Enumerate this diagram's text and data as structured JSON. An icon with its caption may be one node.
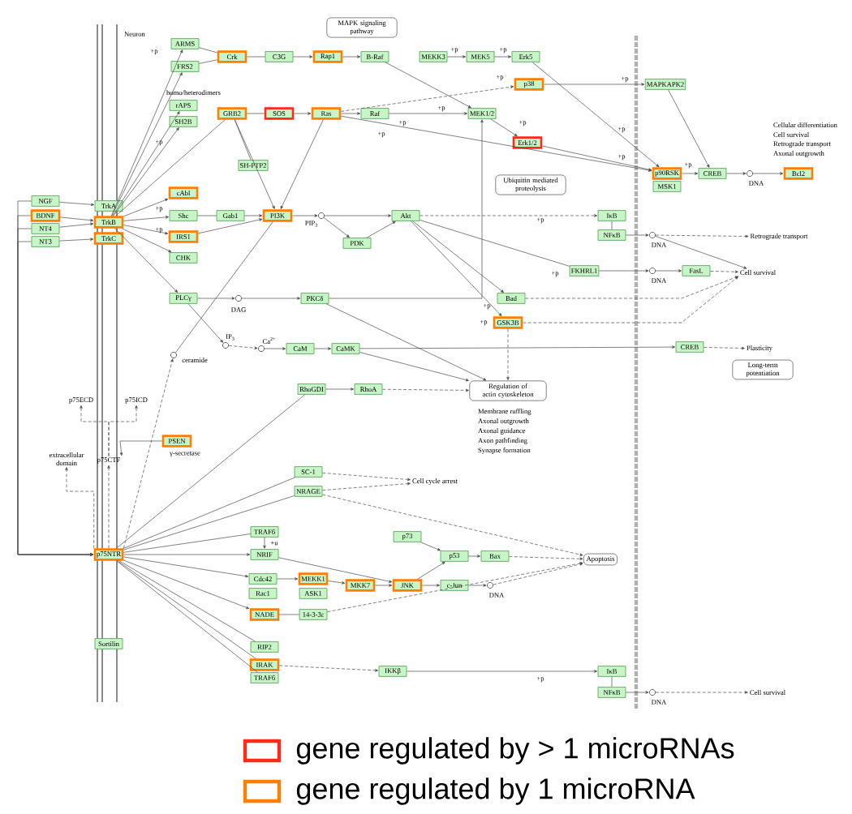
{
  "diagram": {
    "nodes": [
      {
        "text": [
          "MAPK signaling pathway"
        ]
      },
      {
        "text": [
          "ARMS"
        ]
      },
      {
        "text": [
          "FRS2"
        ]
      },
      {
        "text": [
          "Crk"
        ]
      },
      {
        "text": [
          "C3G"
        ]
      },
      {
        "text": [
          "Rap1"
        ]
      },
      {
        "text": [
          "B-Raf"
        ]
      },
      {
        "text": [
          "MEKK3"
        ]
      },
      {
        "text": [
          "MEK5"
        ]
      },
      {
        "text": [
          "Erk5"
        ]
      },
      {
        "text": [
          "p38"
        ]
      },
      {
        "text": [
          "MAPKAPK2"
        ]
      },
      {
        "text": [
          "rAPS"
        ]
      },
      {
        "text": [
          "SH2B"
        ]
      },
      {
        "text": [
          "GRB2"
        ]
      },
      {
        "text": [
          "SOS"
        ]
      },
      {
        "text": [
          "Ras"
        ]
      },
      {
        "text": [
          "Raf"
        ]
      },
      {
        "text": [
          "MEK1/2"
        ]
      },
      {
        "text": [
          "Erk1/2"
        ]
      },
      {
        "text": [
          "p90RSK"
        ]
      },
      {
        "text": [
          "MSK1"
        ]
      },
      {
        "text": [
          "CREB"
        ]
      },
      {
        "text": [],
        "shape": "circle",
        "beside": [
          "DNA"
        ]
      },
      {
        "text": [
          "Bcl2"
        ]
      },
      {
        "text": [
          "SH-PTP2"
        ]
      },
      {
        "text": [
          "Ubiquitin mediated proteolysis"
        ]
      },
      {
        "text": [
          "NGF"
        ]
      },
      {
        "text": [
          "BDNF"
        ]
      },
      {
        "text": [
          "NT4"
        ]
      },
      {
        "text": [
          "NT3"
        ]
      },
      {
        "text": [
          "TrkA"
        ]
      },
      {
        "text": [
          "TrkB"
        ]
      },
      {
        "text": [
          "TrkC"
        ]
      },
      {
        "text": [
          "cAbl"
        ]
      },
      {
        "text": [
          "Shc"
        ]
      },
      {
        "text": [
          "Gab1"
        ]
      },
      {
        "text": [
          "PI3K"
        ]
      },
      {
        "text": [
          "IRS1"
        ]
      },
      {
        "text": [
          "CHK"
        ]
      },
      {
        "text": [],
        "shape": "circle",
        "beside": [
          "PIP$_{3}$"
        ]
      },
      {
        "text": [
          "Akt"
        ]
      },
      {
        "text": [
          "IκB"
        ]
      },
      {
        "text": [
          "NFκB"
        ]
      },
      {
        "text": [],
        "shape": "circle",
        "beside": [
          "DNA"
        ]
      },
      {
        "text": [
          "PDK"
        ]
      },
      {
        "text": [
          "FKHRL1"
        ]
      },
      {
        "text": [],
        "shape": "circle",
        "beside": [
          "DNA"
        ]
      },
      {
        "text": [
          "FasL"
        ]
      },
      {
        "text": [
          "PLCγ"
        ]
      },
      {
        "text": [],
        "shape": "circle",
        "beside": [
          "DAG"
        ]
      },
      {
        "text": [
          "PKCδ"
        ]
      },
      {
        "text": [
          "Bad"
        ]
      },
      {
        "text": [
          "GSK3B"
        ]
      },
      {
        "text": [],
        "shape": "circle",
        "beside": [
          "IP$_{3}$"
        ]
      },
      {
        "text": [],
        "shape": "circle",
        "beside": [
          "Ca$^{2+}$"
        ]
      },
      {
        "text": [
          "CaM"
        ]
      },
      {
        "text": [
          "CaMK"
        ]
      },
      {
        "text": [
          "CREB"
        ]
      },
      {
        "text": [
          "Long-term potentiation"
        ]
      },
      {
        "text": [],
        "shape": "circle",
        "beside": [
          "ceramide"
        ]
      },
      {
        "text": [
          "RhoGDI"
        ]
      },
      {
        "text": [
          "RhoA"
        ]
      },
      {
        "text": [
          "Regulation of actin cytoskeleton"
        ]
      },
      {
        "text": [
          "PSEN"
        ],
        "beside": [
          "γ-secretase"
        ]
      },
      {
        "text": [
          "SC-1"
        ]
      },
      {
        "text": [
          "NRAGE"
        ]
      },
      {
        "text": [
          "TRAF6"
        ]
      },
      {
        "text": [
          "p73"
        ]
      },
      {
        "text": [
          "NRIF"
        ]
      },
      {
        "text": [
          "p75NTR"
        ]
      },
      {
        "text": [
          "p53"
        ]
      },
      {
        "text": [
          "Bax"
        ]
      },
      {
        "text": [
          "Apoptosis"
        ]
      },
      {
        "text": [
          "Cdc42"
        ]
      },
      {
        "text": [
          "Rac1"
        ]
      },
      {
        "text": [
          "MEKK1"
        ]
      },
      {
        "text": [
          "ASK1"
        ]
      },
      {
        "text": [
          "MKK7"
        ]
      },
      {
        "text": [
          "JNK"
        ]
      },
      {
        "text": [
          "c-Jun"
        ]
      },
      {
        "text": [],
        "shape": "circle",
        "beside": [
          "DNA"
        ]
      },
      {
        "text": [
          "NADE"
        ]
      },
      {
        "text": [
          "14-3-3ε"
        ]
      },
      {
        "text": [
          "Sortilin"
        ]
      },
      {
        "text": [
          "RIP2"
        ]
      },
      {
        "text": [
          "IRAK"
        ]
      },
      {
        "text": [
          "TRAF6"
        ]
      },
      {
        "text": [
          "IKKβ"
        ]
      },
      {
        "text": [
          "IκB"
        ]
      },
      {
        "text": [
          "NFκB"
        ]
      },
      {
        "text": [],
        "shape": "circle",
        "beside": [
          "DNA"
        ]
      },
      {
        "text": [
          "Retrograde transport"
        ]
      },
      {
        "text": [
          "Cell survival"
        ]
      },
      {
        "text": [
          "Plasticity"
        ]
      },
      {
        "text": [
          "Cell cycle arrest"
        ]
      },
      {
        "text": [
          "Cell survival"
        ]
      },
      {
        "text": [
          "p75ECD"
        ]
      },
      {
        "text": [
          "p75ICD"
        ]
      },
      {
        "text": [
          "extracellular domain"
        ]
      },
      {
        "text": [
          "p75CTF"
        ]
      }
    ],
    "edges": [
      {
        "from": 27,
        "to": 31,
        "arrow": "to"
      },
      {
        "from": 28,
        "to": 32,
        "arrow": "to"
      },
      {
        "from": 29,
        "to": 32,
        "arrow": "to"
      },
      {
        "from": 30,
        "to": 33,
        "arrow": "to"
      },
      {
        "from": 27,
        "to": 70,
        "arrow": "to"
      },
      {
        "from": 28,
        "to": 70,
        "arrow": "to"
      },
      {
        "from": 29,
        "to": 70,
        "arrow": "to"
      },
      {
        "from": 30,
        "to": 70,
        "arrow": "to"
      },
      {
        "from": 32,
        "to": 1,
        "arrow": "to"
      },
      {
        "from": 32,
        "to": 2,
        "arrow": "to"
      },
      {
        "from": 32,
        "to": 12,
        "arrow": "to"
      },
      {
        "from": 32,
        "to": 13,
        "arrow": "to"
      },
      {
        "from": 32,
        "to": 14,
        "arrow": "none"
      },
      {
        "from": 32,
        "to": 34,
        "arrow": "to"
      },
      {
        "from": 32,
        "to": 35,
        "arrow": "to"
      },
      {
        "from": 32,
        "to": 38,
        "arrow": "to"
      },
      {
        "from": 32,
        "to": 39,
        "arrow": "to"
      },
      {
        "from": 32,
        "to": 49,
        "arrow": "to"
      },
      {
        "from": 1,
        "to": 3,
        "arrow": "none"
      },
      {
        "from": 2,
        "to": 3,
        "arrow": "none"
      },
      {
        "from": 3,
        "to": 4,
        "arrow": "none"
      },
      {
        "from": 4,
        "to": 5,
        "arrow": "to"
      },
      {
        "from": 5,
        "to": 6,
        "arrow": "to"
      },
      {
        "from": 6,
        "to": 18,
        "arrow": "to"
      },
      {
        "from": 7,
        "to": 8,
        "arrow": "to"
      },
      {
        "from": 8,
        "to": 9,
        "arrow": "to"
      },
      {
        "from": 9,
        "to": 20,
        "arrow": "to"
      },
      {
        "from": 10,
        "to": 11,
        "arrow": "to"
      },
      {
        "from": 11,
        "to": 22,
        "arrow": "to"
      },
      {
        "from": 14,
        "to": 15,
        "arrow": "none"
      },
      {
        "from": 15,
        "to": 16,
        "arrow": "to"
      },
      {
        "from": 16,
        "to": 17,
        "arrow": "to"
      },
      {
        "from": 17,
        "to": 18,
        "arrow": "to"
      },
      {
        "from": 18,
        "to": 19,
        "arrow": "to"
      },
      {
        "from": 19,
        "to": 20,
        "arrow": "to"
      },
      {
        "from": 16,
        "to": 20,
        "arrow": "to"
      },
      {
        "from": 16,
        "to": 10,
        "arrow": "to",
        "style": "dashed"
      },
      {
        "from": 16,
        "to": 37,
        "arrow": "to"
      },
      {
        "from": 14,
        "to": 37,
        "arrow": "to"
      },
      {
        "from": 14,
        "to": 25,
        "arrow": "none"
      },
      {
        "from": 20,
        "to": 22,
        "arrow": "to"
      },
      {
        "from": 22,
        "to": 23,
        "arrow": "to"
      },
      {
        "from": 23,
        "to": 24,
        "arrow": "to"
      },
      {
        "from": 35,
        "to": 36,
        "arrow": "none"
      },
      {
        "from": 36,
        "to": 37,
        "arrow": "to"
      },
      {
        "from": 38,
        "to": 37,
        "arrow": "to"
      },
      {
        "from": 37,
        "to": 40,
        "arrow": "to"
      },
      {
        "from": 40,
        "to": 41,
        "arrow": "to"
      },
      {
        "from": 40,
        "to": 45,
        "arrow": "to"
      },
      {
        "from": 45,
        "to": 41,
        "arrow": "to"
      },
      {
        "from": 41,
        "to": 42,
        "arrow": "to",
        "style": "dashed"
      },
      {
        "from": 41,
        "to": 46,
        "arrow": "none"
      },
      {
        "from": 41,
        "to": 52,
        "arrow": "to"
      },
      {
        "from": 41,
        "to": 53,
        "arrow": "to"
      },
      {
        "from": 42,
        "to": 43,
        "arrow": "none"
      },
      {
        "from": 43,
        "to": 44,
        "arrow": "to"
      },
      {
        "from": 44,
        "to": 92,
        "arrow": "to",
        "style": "dashed"
      },
      {
        "from": 44,
        "to": 93,
        "arrow": "to"
      },
      {
        "from": 46,
        "to": 47,
        "arrow": "to"
      },
      {
        "from": 47,
        "to": 48,
        "arrow": "to"
      },
      {
        "from": 48,
        "to": 93,
        "arrow": "to",
        "style": "dashed"
      },
      {
        "from": 52,
        "to": 93,
        "arrow": "to",
        "style": "dashed"
      },
      {
        "from": 53,
        "to": 93,
        "arrow": "to",
        "style": "dashed"
      },
      {
        "from": 53,
        "to": 63,
        "arrow": "to",
        "style": "dashed"
      },
      {
        "from": 49,
        "to": 50,
        "arrow": "to"
      },
      {
        "from": 50,
        "to": 51,
        "arrow": "to"
      },
      {
        "from": 51,
        "to": 18,
        "arrow": "to"
      },
      {
        "from": 49,
        "to": 54,
        "arrow": "to"
      },
      {
        "from": 54,
        "to": 55,
        "arrow": "to",
        "style": "dashed"
      },
      {
        "from": 55,
        "to": 56,
        "arrow": "to"
      },
      {
        "from": 56,
        "to": 57,
        "arrow": "to"
      },
      {
        "from": 57,
        "to": 58,
        "arrow": "to"
      },
      {
        "from": 58,
        "to": 94,
        "arrow": "to",
        "style": "dashed"
      },
      {
        "from": 57,
        "to": 63,
        "arrow": "to"
      },
      {
        "from": 51,
        "to": 63,
        "arrow": "to"
      },
      {
        "from": 61,
        "to": 62,
        "arrow": "to"
      },
      {
        "from": 62,
        "to": 63,
        "arrow": "to",
        "style": "dashed"
      },
      {
        "from": 70,
        "to": 60,
        "arrow": "to",
        "style": "dashed"
      },
      {
        "from": 60,
        "to": 37,
        "arrow": "none"
      },
      {
        "from": 64,
        "to": 100,
        "arrow": "to"
      },
      {
        "from": 70,
        "to": 100,
        "arrow": "to",
        "style": "dashed"
      },
      {
        "from": 100,
        "to": 97,
        "arrow": "to",
        "style": "dashed"
      },
      {
        "from": 100,
        "to": 98,
        "arrow": "to",
        "style": "dashed"
      },
      {
        "from": 70,
        "to": 99,
        "arrow": "to",
        "style": "dashed"
      },
      {
        "from": 70,
        "to": 61,
        "arrow": "none"
      },
      {
        "from": 70,
        "to": 65,
        "arrow": "none"
      },
      {
        "from": 70,
        "to": 66,
        "arrow": "none"
      },
      {
        "from": 70,
        "to": 67,
        "arrow": "none"
      },
      {
        "from": 70,
        "to": 69,
        "arrow": "to"
      },
      {
        "from": 70,
        "to": 74,
        "arrow": "to"
      },
      {
        "from": 70,
        "to": 82,
        "arrow": "to"
      },
      {
        "from": 70,
        "to": 85,
        "arrow": "none"
      },
      {
        "from": 70,
        "to": 86,
        "arrow": "none"
      },
      {
        "from": 70,
        "to": 87,
        "arrow": "none"
      },
      {
        "from": 65,
        "to": 95,
        "arrow": "to",
        "style": "dashed"
      },
      {
        "from": 66,
        "to": 95,
        "arrow": "to",
        "style": "dashed"
      },
      {
        "from": 66,
        "to": 73,
        "arrow": "to",
        "style": "dashed"
      },
      {
        "from": 67,
        "to": 69,
        "arrow": "to"
      },
      {
        "from": 69,
        "to": 79,
        "arrow": "to"
      },
      {
        "from": 74,
        "to": 76,
        "arrow": "to"
      },
      {
        "from": 76,
        "to": 78,
        "arrow": "to"
      },
      {
        "from": 78,
        "to": 79,
        "arrow": "to"
      },
      {
        "from": 68,
        "to": 71,
        "arrow": "to"
      },
      {
        "from": 79,
        "to": 71,
        "arrow": "to"
      },
      {
        "from": 79,
        "to": 80,
        "arrow": "to"
      },
      {
        "from": 71,
        "to": 72,
        "arrow": "to"
      },
      {
        "from": 72,
        "to": 73,
        "arrow": "to",
        "style": "dashed"
      },
      {
        "from": 80,
        "to": 81,
        "arrow": "to"
      },
      {
        "from": 81,
        "to": 73,
        "arrow": "to",
        "style": "dashed"
      },
      {
        "from": 82,
        "to": 83,
        "arrow": "none"
      },
      {
        "from": 83,
        "to": 73,
        "arrow": "to",
        "style": "dashed"
      },
      {
        "from": 86,
        "to": 88,
        "arrow": "to",
        "style": "dashed"
      },
      {
        "from": 88,
        "to": 89,
        "arrow": "to"
      },
      {
        "from": 89,
        "to": 90,
        "arrow": "none"
      },
      {
        "from": 90,
        "to": 91,
        "arrow": "to"
      },
      {
        "from": 91,
        "to": 96,
        "arrow": "to",
        "style": "dashed"
      }
    ],
    "labels": [
      "Neuron",
      "+p",
      "+p",
      "+p",
      "+p",
      "+p",
      "homo/heterodimers",
      "+p",
      "+p",
      "+p",
      "Cellular differentiation",
      "+p",
      "Cell survival",
      "+p",
      "+p",
      "Retrograde transport",
      "Axonal outgrowth",
      "+p",
      "+p",
      "+p",
      "+p",
      "+p",
      "+p",
      "+p",
      "+p",
      "Membrane ruffling",
      "Axonal outgrowth",
      "Axonal guidance",
      "Axon pathfinding",
      "Synapse formation",
      "+u",
      "+p"
    ],
    "legend": [
      {
        "text": "gene regulated by > 1 microRNAs",
        "color": "#ff2a1a"
      },
      {
        "text": "gene regulated by 1 microRNA",
        "color": "#ff8000"
      }
    ]
  }
}
